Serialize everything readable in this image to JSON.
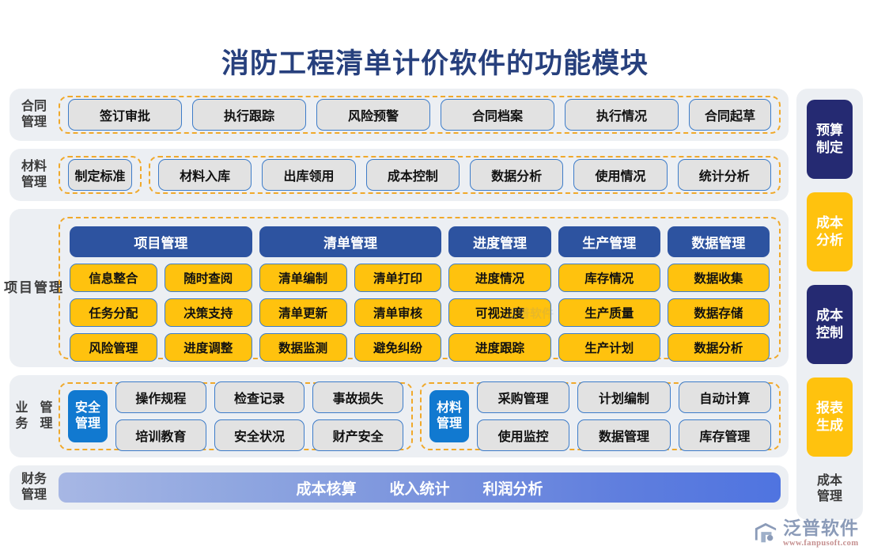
{
  "title": "消防工程清单计价软件的功能模块",
  "rows": {
    "contract": {
      "label": "合同\n管理",
      "label_line1": "合同",
      "label_line2": "管理",
      "items": [
        "签订审批",
        "执行跟踪",
        "风险预警",
        "合同档案",
        "执行情况",
        "合同起草"
      ]
    },
    "material": {
      "label_line1": "材料",
      "label_line2": "管理",
      "first_group": [
        "制定标准"
      ],
      "items": [
        "材料入库",
        "出库领用",
        "成本控制",
        "数据分析",
        "使用情况",
        "统计分析"
      ]
    },
    "project": {
      "label": "项目管理",
      "groups": [
        {
          "header": "项目管理",
          "width": "wide",
          "rows": [
            [
              "信息整合",
              "随时查阅"
            ],
            [
              "任务分配",
              "决策支持"
            ],
            [
              "风险管理",
              "进度调整"
            ]
          ]
        },
        {
          "header": "清单管理",
          "width": "wide",
          "rows": [
            [
              "清单编制",
              "清单打印"
            ],
            [
              "清单更新",
              "清单审核"
            ],
            [
              "数据监测",
              "避免纠纷"
            ]
          ]
        },
        {
          "header": "进度管理",
          "width": "narrow",
          "rows": [
            [
              "进度情况"
            ],
            [
              "可视进度"
            ],
            [
              "进度跟踪"
            ]
          ]
        },
        {
          "header": "生产管理",
          "width": "narrow",
          "rows": [
            [
              "库存情况"
            ],
            [
              "生产质量"
            ],
            [
              "生产计划"
            ]
          ]
        },
        {
          "header": "数据管理",
          "width": "narrow",
          "rows": [
            [
              "数据收集"
            ],
            [
              "数据存储"
            ],
            [
              "数据分析"
            ]
          ]
        }
      ]
    },
    "business": {
      "label_line1": "业务",
      "label_line2": "管理",
      "groups": [
        {
          "tag_line1": "安全",
          "tag_line2": "管理",
          "rows": [
            [
              "操作规程",
              "检查记录",
              "事故损失"
            ],
            [
              "培训教育",
              "安全状况",
              "财产安全"
            ]
          ]
        },
        {
          "tag_line1": "材料",
          "tag_line2": "管理",
          "rows": [
            [
              "采购管理",
              "计划编制",
              "自动计算"
            ],
            [
              "使用监控",
              "数据管理",
              "库存管理"
            ]
          ]
        }
      ]
    },
    "finance": {
      "label_line1": "财务",
      "label_line2": "管理",
      "items": [
        "成本核算",
        "收入统计",
        "利润分析"
      ]
    }
  },
  "sidebar": {
    "blocks": [
      {
        "line1": "预算",
        "line2": "制定",
        "color": "navy"
      },
      {
        "line1": "成本",
        "line2": "分析",
        "color": "gold"
      },
      {
        "line1": "成本",
        "line2": "控制",
        "color": "navy"
      },
      {
        "line1": "报表",
        "line2": "生成",
        "color": "gold"
      }
    ],
    "caption_line1": "成本",
    "caption_line2": "管理"
  },
  "watermark": "泛普软件",
  "logo": {
    "name": "泛普软件",
    "url": "www.fanpusoft.com"
  },
  "colors": {
    "title": "#27407d",
    "header_blue": "#2d53a0",
    "yellow": "#ffc20e",
    "navy": "#252a72",
    "bright_blue": "#1179d0",
    "band_bg": "#eceff3",
    "dash_border": "#f0a92b",
    "pill_bg": "#e2e2e2",
    "pill_border": "#3d7cc9"
  }
}
